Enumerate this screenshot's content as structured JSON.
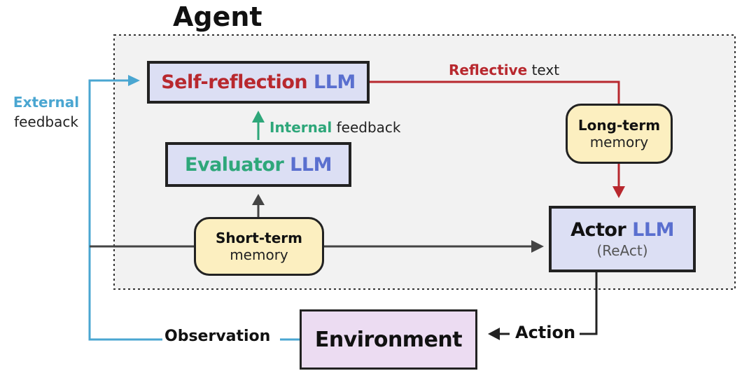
{
  "agent_title": "Agent",
  "colors": {
    "red": "#b8282e",
    "green": "#2ea77a",
    "blue": "#5a6fcf",
    "cyan": "#4aa6d1",
    "dark": "#333333",
    "llm_fill": "#dcdff4",
    "memory_fill": "#fcefc0",
    "environment_fill": "#ecdcf2",
    "agent_fill": "#f2f2f2"
  },
  "self_reflection": {
    "prefix": "Self-reflection",
    "suffix": "LLM"
  },
  "evaluator": {
    "prefix": "Evaluator",
    "suffix": "LLM"
  },
  "actor": {
    "prefix": "Actor",
    "suffix": "LLM",
    "sub": "(ReAct)"
  },
  "short_term_memory": {
    "line1": "Short-term",
    "line2": "memory"
  },
  "long_term_memory": {
    "line1": "Long-term",
    "line2": "memory"
  },
  "environment": {
    "label": "Environment"
  },
  "reflective_text": {
    "highlight": "Reflective",
    "rest": "text"
  },
  "internal_feedback": {
    "highlight": "Internal",
    "rest": "feedback"
  },
  "external_feedback": {
    "line1": "External",
    "line2": "feedback"
  },
  "observation_label": "Observation",
  "action_label": "Action"
}
